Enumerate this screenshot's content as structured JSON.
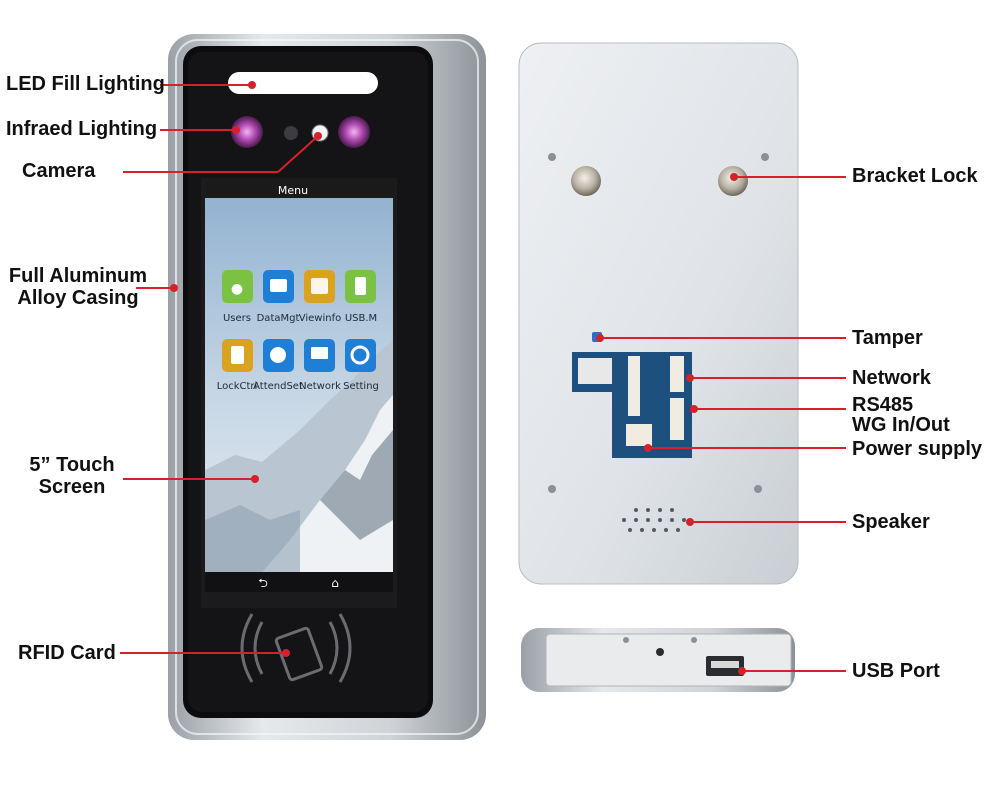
{
  "labels": {
    "led_fill_lighting": "LED Fill Lighting",
    "infrared_lighting": "Infraed Lighting",
    "camera": "Camera",
    "casing_line1": "Full Aluminum",
    "casing_line2": "Alloy Casing",
    "screen_line1": "5” Touch",
    "screen_line2": "Screen",
    "rfid_card": "RFID Card",
    "bracket_lock": "Bracket Lock",
    "tamper": "Tamper",
    "network": "Network",
    "rs485": "RS485",
    "wg_in_out": "WG In/Out",
    "power_supply": "Power supply",
    "speaker": "Speaker",
    "usb_port": "USB Port"
  },
  "screen": {
    "title": "Menu",
    "apps": [
      "Users",
      "DataMgt",
      "Viewinfo",
      "USB.M",
      "LockCtrl",
      "AttendSet",
      "Network",
      "Setting"
    ]
  },
  "colors": {
    "leader_line": "#d8202a",
    "app_green": "#7cc242",
    "app_blue": "#1f7fd6",
    "app_gold": "#d9a320"
  }
}
